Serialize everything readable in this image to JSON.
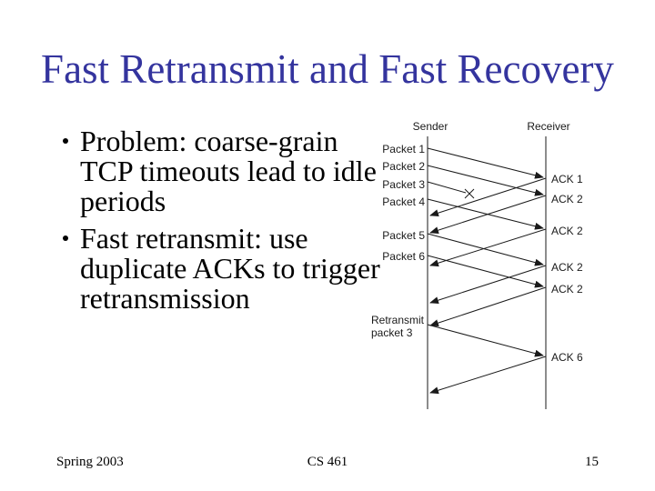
{
  "slide": {
    "title": "Fast Retransmit and Fast Recovery",
    "bullets": [
      {
        "lines": [
          "Problem: coarse-grain",
          "TCP timeouts lead to idle",
          "periods"
        ]
      },
      {
        "lines": [
          "Fast retransmit: use",
          "duplicate ACKs to trigger",
          "retransmission"
        ]
      }
    ]
  },
  "diagram": {
    "sender_label": "Sender",
    "receiver_label": "Receiver",
    "packet_labels": [
      "Packet 1",
      "Packet 2",
      "Packet 3",
      "Packet 4",
      "Packet 5",
      "Packet 6"
    ],
    "ack_labels": [
      "ACK 1",
      "ACK 2",
      "ACK 2",
      "ACK 2",
      "ACK 2",
      "ACK 6"
    ],
    "retransmit_label_lines": [
      "Retransmit",
      "packet 3"
    ],
    "icons": {
      "bullet": "round-dot",
      "loss_marker": "x-cross"
    }
  },
  "footer": {
    "left": "Spring 2003",
    "center": "CS 461",
    "page_number": "15"
  },
  "colors": {
    "title": "#34349E",
    "body_text": "#000000",
    "diagram_ink": "#1a1a1a",
    "background": "#FFFFFF"
  }
}
